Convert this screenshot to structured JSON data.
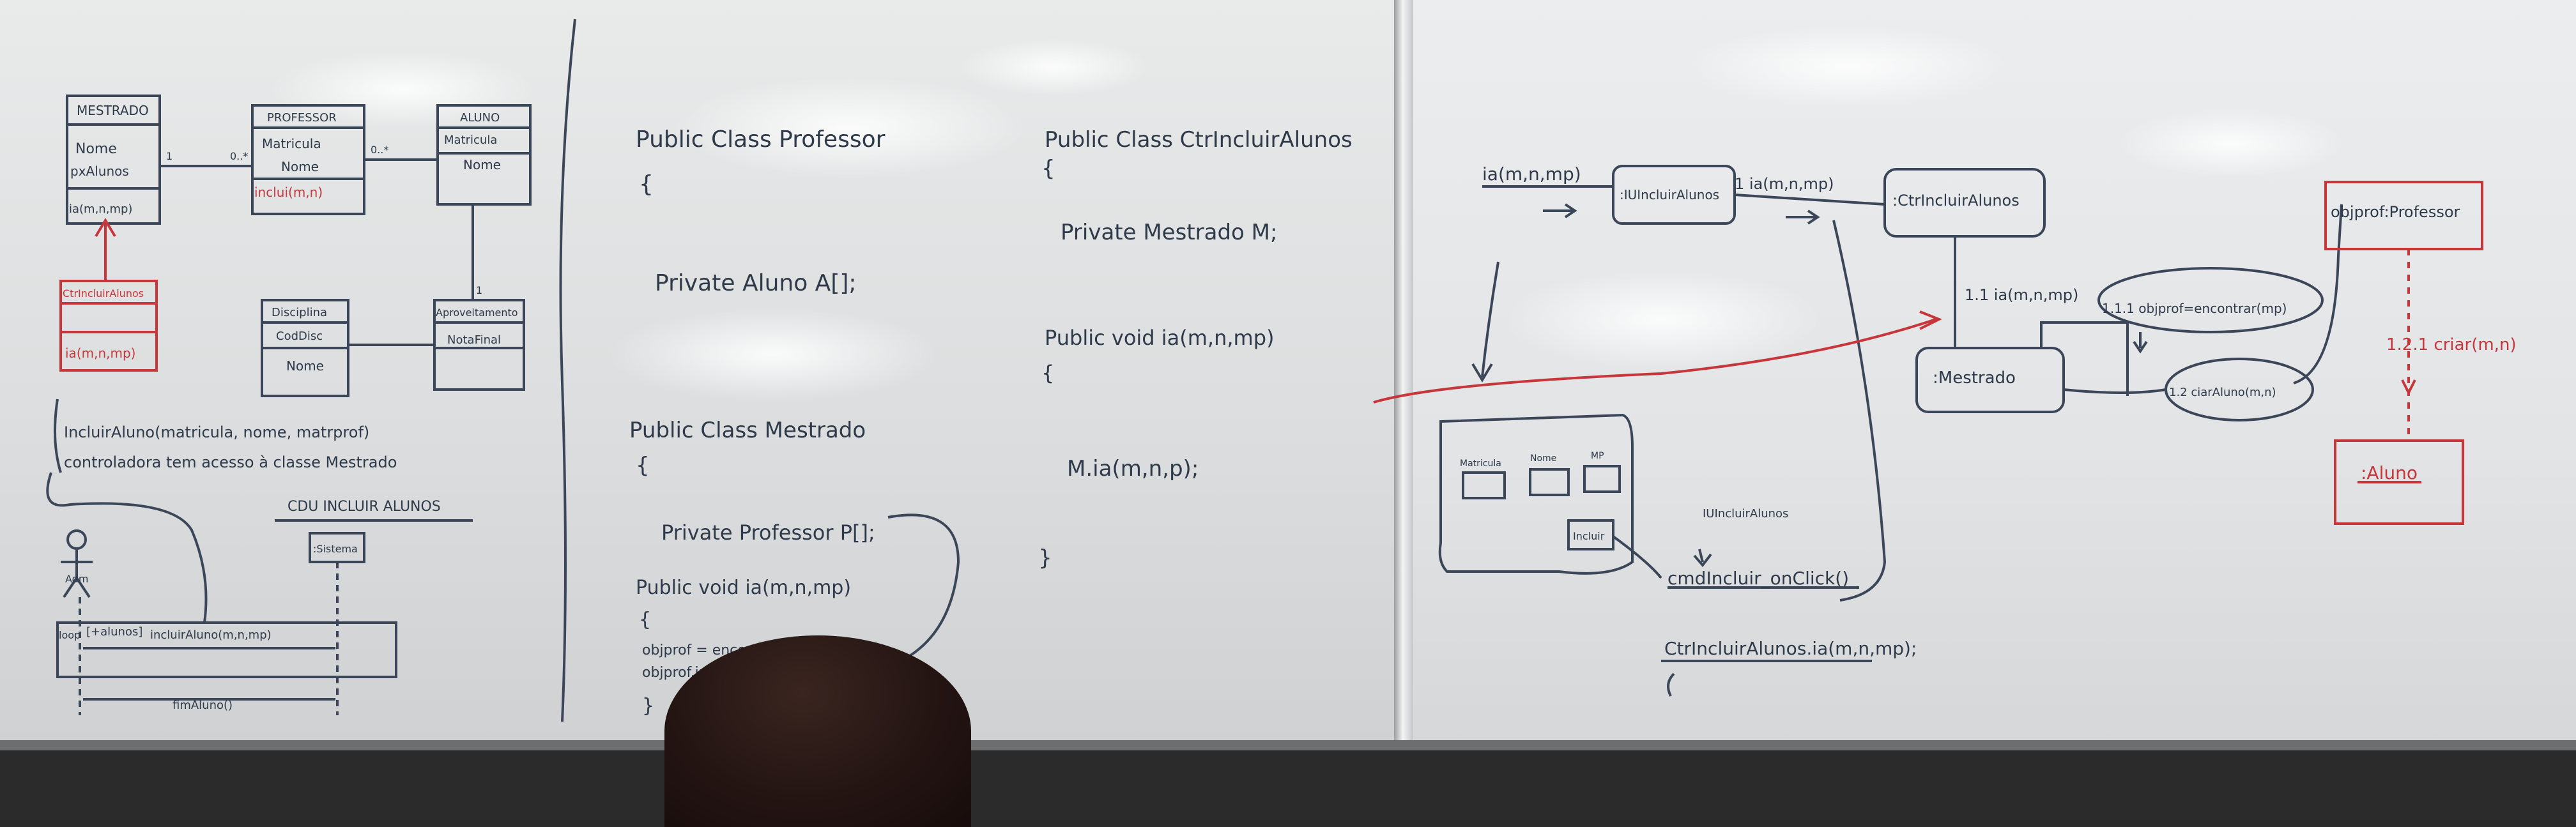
{
  "left_board": {
    "uml": {
      "mestrado": {
        "title": "MESTRADO",
        "attrs": [
          "Nome",
          "pxAlunos"
        ],
        "method": "ia(m,n,mp)"
      },
      "professor": {
        "title": "PROFESSOR",
        "attrs": [
          "Matricula",
          "Nome"
        ],
        "method": "inclui(m,n)"
      },
      "aluno": {
        "title": "ALUNO",
        "attrs": [
          "Matricula",
          "Nome"
        ]
      },
      "disciplina": {
        "title": "Disciplina",
        "attrs": [
          "CodDisc",
          "Nome"
        ]
      },
      "aproveitamento": {
        "title": "Aproveitamento",
        "attrs": [
          "NotaFinal"
        ]
      },
      "ctr": {
        "title": "CtrIncluirAlunos",
        "method": "ia(m,n,mp)"
      },
      "mult_a": "1",
      "mult_b": "0..*",
      "mult_c": "0..*",
      "mult_d": "1"
    },
    "notes": [
      "IncluirAluno(matricula, nome, matrprof)",
      "controladora tem acesso à classe Mestrado"
    ],
    "sequence": {
      "title": "CDU INCLUIR ALUNOS",
      "actor": "Adm",
      "lifeline": ":Sistema",
      "frame_label": "loop",
      "guard": "[+alunos]",
      "msg1": "incluirAluno(m,n,mp)",
      "msg2": "fimAluno()"
    },
    "code_col1": {
      "l1": "Public Class Professor",
      "l2": "{",
      "l3": "Private Aluno A[];",
      "l4": "Public Class Mestrado",
      "l5": "{",
      "l6": "Private Professor P[];",
      "l7": "Public void ia(m,n,mp)",
      "l8": "{",
      "l9": "objprof = encontrar(mp)",
      "l10": "objprof.inclui(m,n)",
      "l11": "}"
    },
    "code_col2": {
      "l1": "Public Class CtrIncluirAlunos",
      "l2": "{",
      "l3": "Private Mestrado M;",
      "l4": "Public void ia(m,n,mp)",
      "l5": "{",
      "l6": "M.ia(m,n,p);",
      "l7": "}"
    }
  },
  "right_board": {
    "msg_in": "ia(m,n,mp)",
    "ui": ":IUIncluirAlunos",
    "msg_ui": "1 ia(m,n,mp)",
    "ctr": ":CtrIncluirAlunos",
    "msg_ctr": "1.1 ia(m,n,mp)",
    "mestrado": ":Mestrado",
    "find": "1.1.1 objprof=encontrar(mp)",
    "create": "1.2 ciarAluno(m,n)",
    "professor": "objprof:Professor",
    "create2": "1.2.1 criar(m,n)",
    "aluno": ":Aluno",
    "form_fields": [
      "Matricula",
      "Nome",
      "MP"
    ],
    "form_button": "Incluir",
    "form_title": "IUIncluirAlunos",
    "code1": "cmdIncluir_onClick()",
    "code2": "CtrIncluirAlunos.ia(m,n,mp);"
  }
}
